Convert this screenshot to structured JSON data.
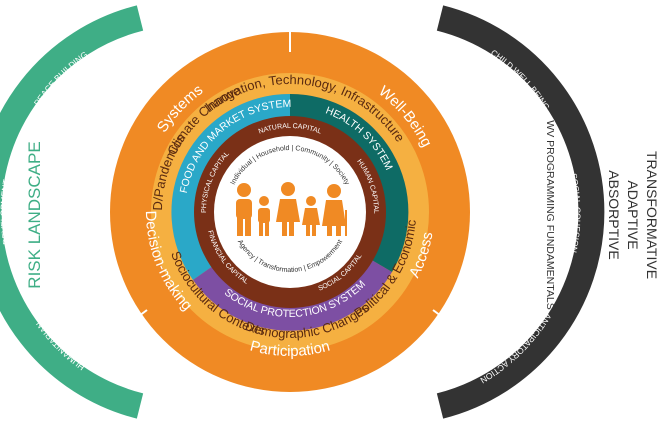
{
  "left_panel": {
    "title": "RISK LANDSCAPE",
    "bands": [
      "PEACE BUILDING",
      "DEVELOPMENT",
      "HUMANITARIAN"
    ]
  },
  "right_panel": {
    "title": "WV PROGRAMMING FUNDAMENTALS",
    "bands": [
      "CHILD WELL BEING",
      "SOCIAL COHESION",
      "ANTICIPATORY ACTION"
    ]
  },
  "resilience_levels": [
    "TRANSFORMATIVE",
    "ADAPTIVE",
    "ABSORPTIVE"
  ],
  "outer_ring": [
    "Systems",
    "Well-Being",
    "Decision-making",
    "Participation",
    "Access"
  ],
  "contexts_ring": [
    "Innovation, Technology, Infrastructure",
    "Political & Economic Contexts",
    "Sociocultural Contexts",
    "Demographic Changes",
    "COVID/Pandemics",
    "Climate Change"
  ],
  "systems_ring": [
    "FOOD AND MARKET SYSTEM",
    "HEALTH SYSTEM",
    "SOCIAL PROTECTION SYSTEM"
  ],
  "capitals_ring": [
    "NATURAL CAPITAL",
    "HUMAN CAPITAL",
    "FINANCIAL CAPITAL",
    "SOCIAL CAPITAL",
    "PHYSICAL CAPITAL"
  ],
  "center": {
    "levels": "Individual | Household | Community | Society",
    "outcomes": "Agency | Transformation | Empowerment"
  },
  "colors": {
    "orange": "#f08a24",
    "light_orange": "#f5b041",
    "teal": "#0e6b65",
    "cyan": "#2aa8c8",
    "purple": "#7d4fa3",
    "brown": "#7a3017",
    "green": "#3fae86",
    "dark": "#333333"
  }
}
